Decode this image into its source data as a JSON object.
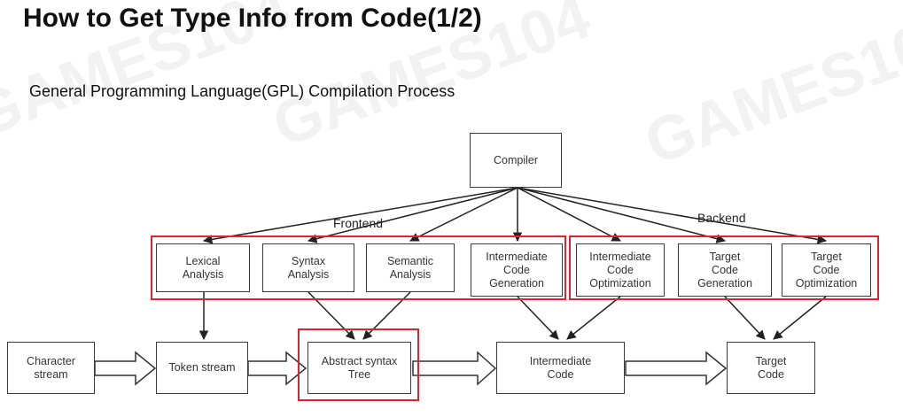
{
  "title": "How to Get Type Info from Code(1/2)",
  "subtitle": "General Programming Language(GPL) Compilation Process",
  "watermark": "GAMES104",
  "diagram": {
    "compiler": "Compiler",
    "frontend_label": "Frontend",
    "backend_label": "Backend",
    "stages": [
      "Lexical\nAnalysis",
      "Syntax\nAnalysis",
      "Semantic\nAnalysis",
      "Intermediate\nCode\nGeneration",
      "Intermediate\nCode\nOptimization",
      "Target\nCode\nGeneration",
      "Target\nCode\nOptimization"
    ],
    "artifacts": [
      "Character\nstream",
      "Token stream",
      "Abstract syntax\nTree",
      "Intermediate\nCode",
      "Target\nCode"
    ]
  }
}
